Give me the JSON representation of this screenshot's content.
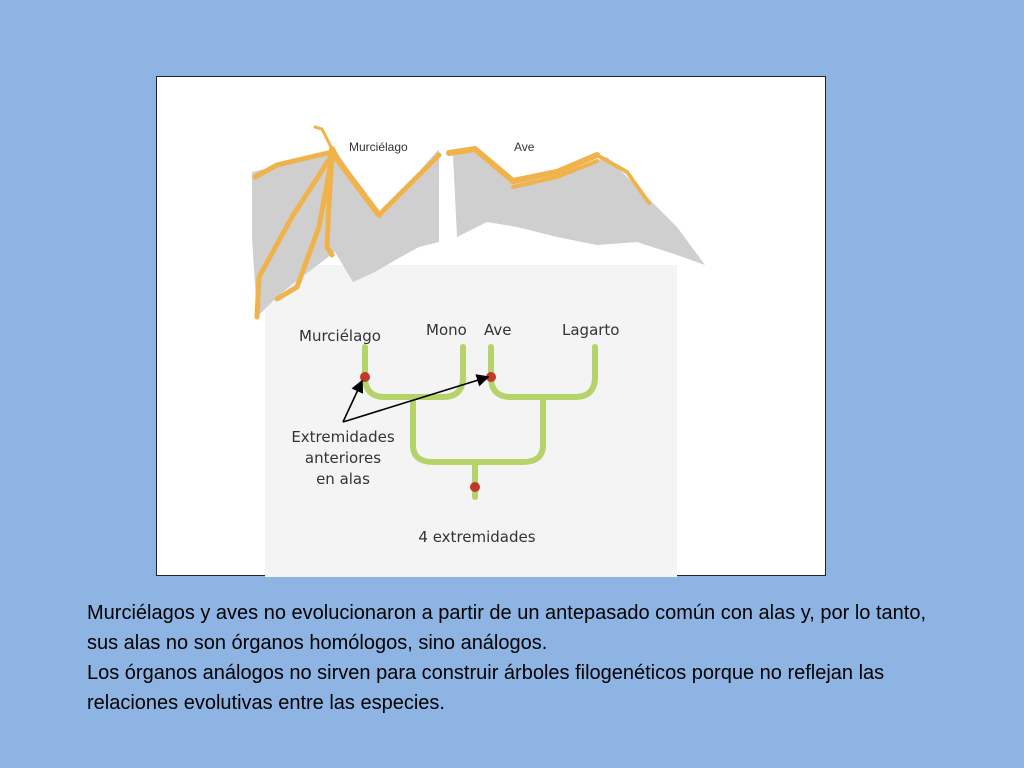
{
  "figure": {
    "wing_labels": {
      "bat": "Murciélago",
      "bird": "Ave"
    },
    "taxa": [
      "Murciélago",
      "Mono",
      "Ave",
      "Lagarto"
    ],
    "annotation": [
      "Extremidades",
      "anteriores",
      "en alas"
    ],
    "root_label": "4 extremidades",
    "colors": {
      "bone": "#f0b34c",
      "membrane": "#cfcfcf",
      "branch": "#b5d36a",
      "node": "#c0392b"
    },
    "icons": [
      "bat-wing-skeleton-icon",
      "bird-wing-skeleton-icon"
    ]
  },
  "caption": {
    "paragraph_1": "Murciélagos y aves no evolucionaron a partir de un antepasado común con alas y, por lo tanto, sus alas no son órganos homólogos, sino análogos.",
    "paragraph_2": "Los órganos análogos no sirven para construir árboles filogenéticos porque no reflejan las relaciones evolutivas entre las especies."
  }
}
